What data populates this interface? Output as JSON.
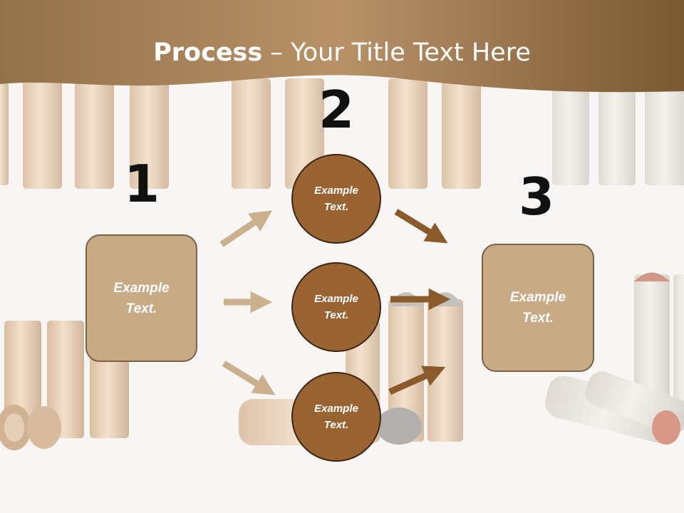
{
  "slide": {
    "title_bold": "Process",
    "title_rest": " – Your Title Text Here"
  },
  "steps": [
    {
      "number": "1",
      "text": "Example\nText."
    },
    {
      "number": "2"
    },
    {
      "number": "3",
      "text": "Example\nText."
    }
  ],
  "circles": [
    {
      "text": "Example\nText."
    },
    {
      "text": "Example\nText."
    },
    {
      "text": "Example\nText."
    }
  ],
  "colors": {
    "header_band": "#8d6a3f",
    "box_fill": "#c8aa85",
    "circle_fill": "#9a6432",
    "arrow_light": "#cbb08d",
    "arrow_dark": "#8a5a2b"
  },
  "background_image": "bullet cartridges"
}
